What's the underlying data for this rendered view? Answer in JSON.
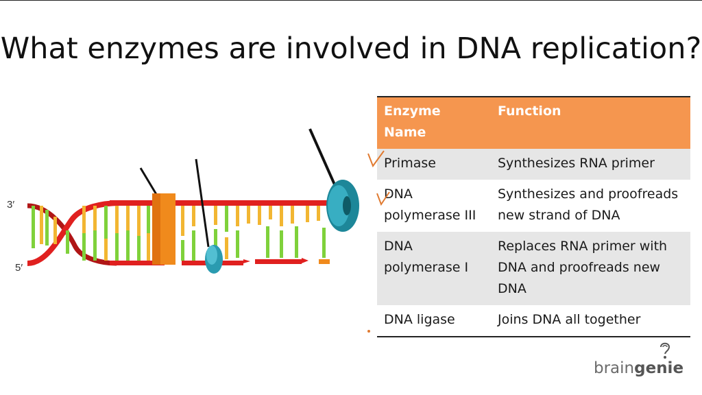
{
  "title": "What enzymes are involved in DNA replication?",
  "diagram": {
    "label_3prime": "3′",
    "label_5prime": "5′"
  },
  "table": {
    "headers": [
      "Enzyme Name",
      "Function"
    ],
    "rows": [
      {
        "enzyme": "Primase",
        "function": "Synthesizes RNA primer"
      },
      {
        "enzyme": "DNA polymerase III",
        "function": "Synthesizes and proofreads new strand of DNA"
      },
      {
        "enzyme": "DNA polymerase I",
        "function": "Replaces RNA primer with DNA and proofreads new DNA"
      },
      {
        "enzyme": "DNA ligase",
        "function": "Joins DNA all together"
      }
    ]
  },
  "brand": {
    "part1": "brain",
    "part2": "genie"
  },
  "colors": {
    "header": "#f5964f",
    "row_gray": "#e6e6e6",
    "strand_red": "#e0201f",
    "base_yellow": "#f2b632",
    "base_green": "#7fd13b",
    "enzyme_orange": "#f08a1c",
    "enzyme_teal": "#2a9bb0"
  }
}
